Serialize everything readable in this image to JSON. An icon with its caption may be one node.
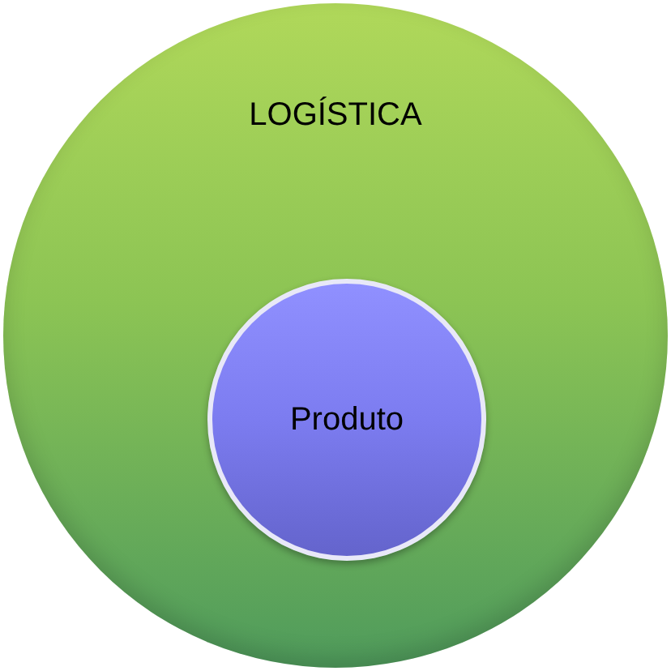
{
  "diagram": {
    "nodes": [
      {
        "text": [
          "LOGÍSTICA"
        ]
      },
      {
        "text": [
          "Produto"
        ],
        "in": 0
      }
    ]
  }
}
